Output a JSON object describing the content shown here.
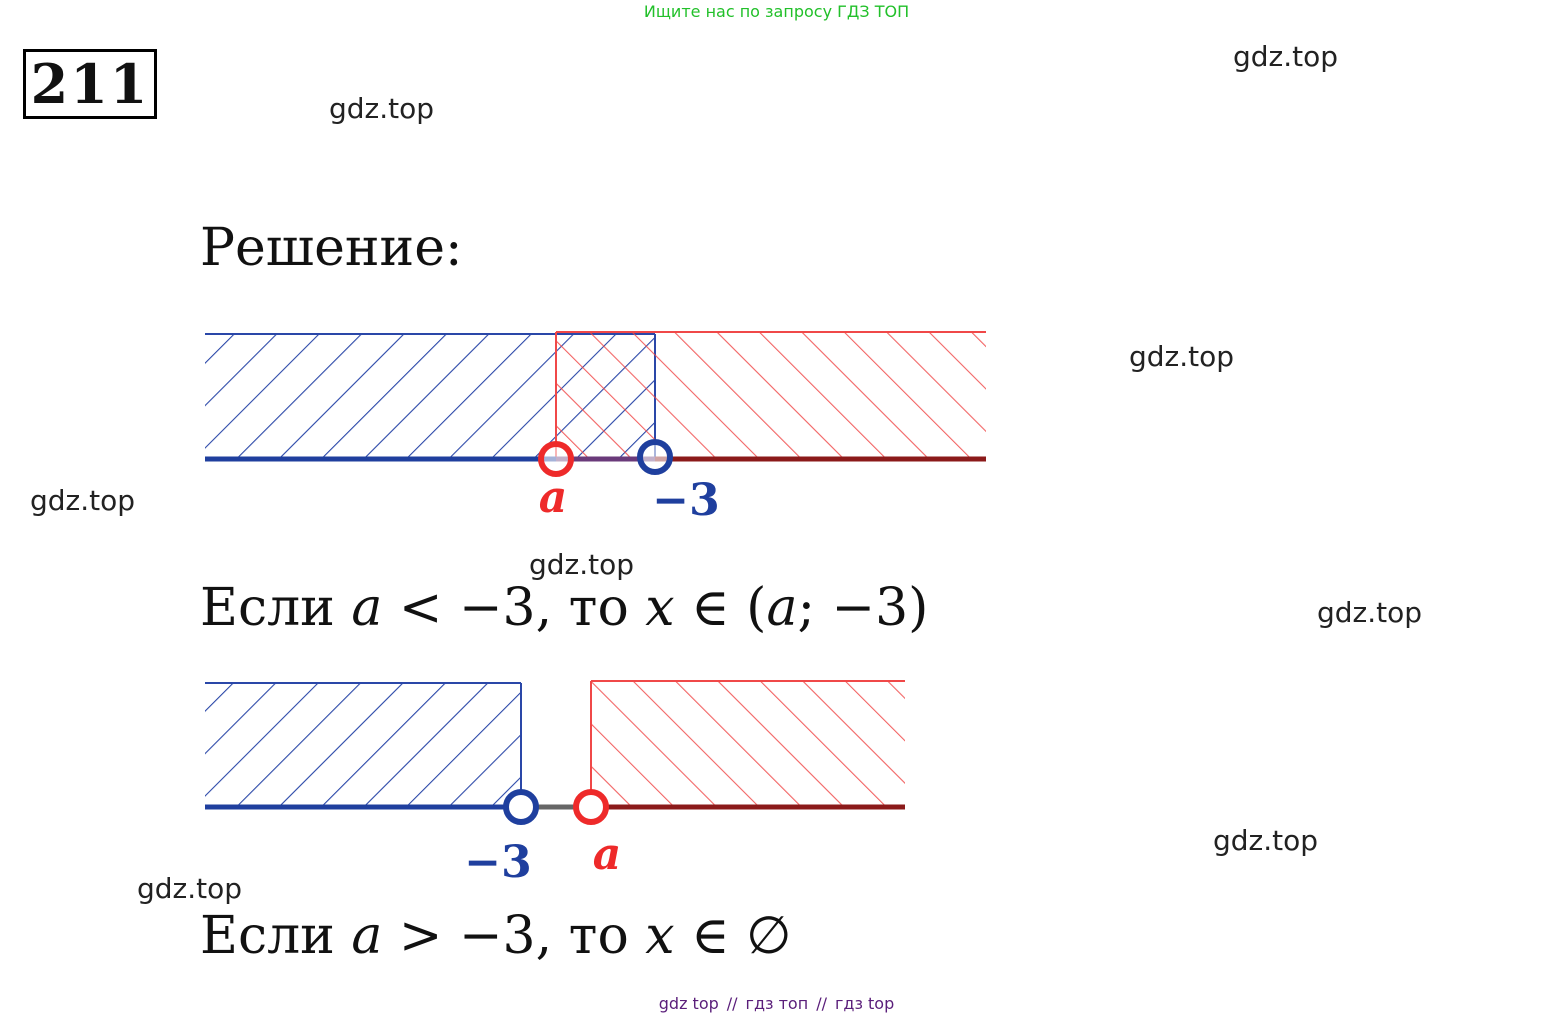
{
  "colors": {
    "hint_green": "#22c02a",
    "footer_purple": "#5a1e7a",
    "blue": "#1f3f9e",
    "red": "#ee2a2a",
    "dark_red": "#8b1a1a",
    "axis_gray": "#555555"
  },
  "top_hint": "Ищите нас по запросу ГДЗ ТОП",
  "problem_number": "211",
  "watermark": "gdz.top",
  "heading": "Решение:",
  "case1": {
    "prefix": "Если ",
    "var_a": "a",
    "relation": " < −3, то ",
    "var_x": "x",
    "result": " ∈ (",
    "result_a": "a",
    "result_tail": "; −3)"
  },
  "case2": {
    "prefix": "Если ",
    "var_a": "a",
    "relation": " > −3, то ",
    "var_x": "x",
    "result": " ∈ ∅"
  },
  "figure1": {
    "label_a": "a",
    "label_m3": "−3"
  },
  "figure2": {
    "label_a": "a",
    "label_m3": "−3"
  },
  "footer": {
    "item1": "gdz top",
    "sep": "//",
    "item2": "гдз топ",
    "item3": "гдз top"
  }
}
